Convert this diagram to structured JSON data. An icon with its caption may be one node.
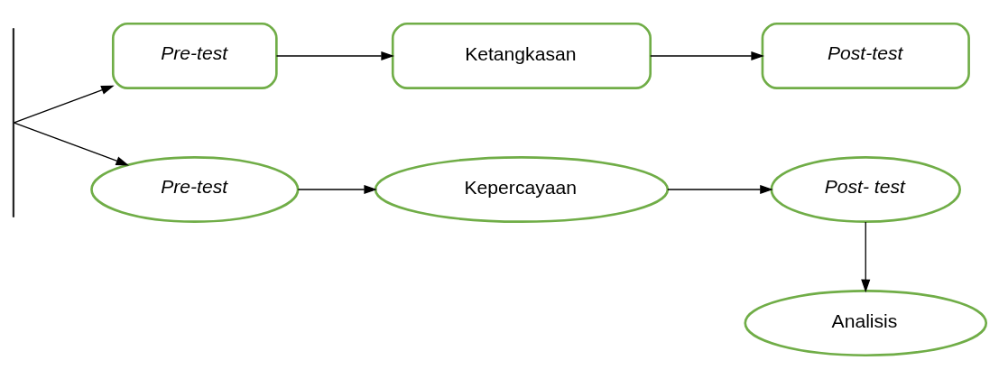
{
  "diagram": {
    "nodes": [
      {
        "text": [],
        "shape": "bar"
      },
      {
        "text": [
          "Pre-test"
        ]
      },
      {
        "text": [
          "Ketangkasan"
        ]
      },
      {
        "text": [
          "Post-test"
        ]
      },
      {
        "text": [
          "Pre-test"
        ]
      },
      {
        "text": [
          "Kepercayaan"
        ]
      },
      {
        "text": [
          "Post- test"
        ]
      },
      {
        "text": [
          "Analisis"
        ]
      }
    ],
    "edges": [
      {
        "from": 0,
        "to": 1,
        "arrow": "to"
      },
      {
        "from": 0,
        "to": 4,
        "arrow": "to"
      },
      {
        "from": 1,
        "to": 2,
        "arrow": "to"
      },
      {
        "from": 2,
        "to": 3,
        "arrow": "to"
      },
      {
        "from": 4,
        "to": 5,
        "arrow": "to"
      },
      {
        "from": 5,
        "to": 6,
        "arrow": "to"
      },
      {
        "from": 6,
        "to": 7,
        "arrow": "to"
      }
    ]
  }
}
